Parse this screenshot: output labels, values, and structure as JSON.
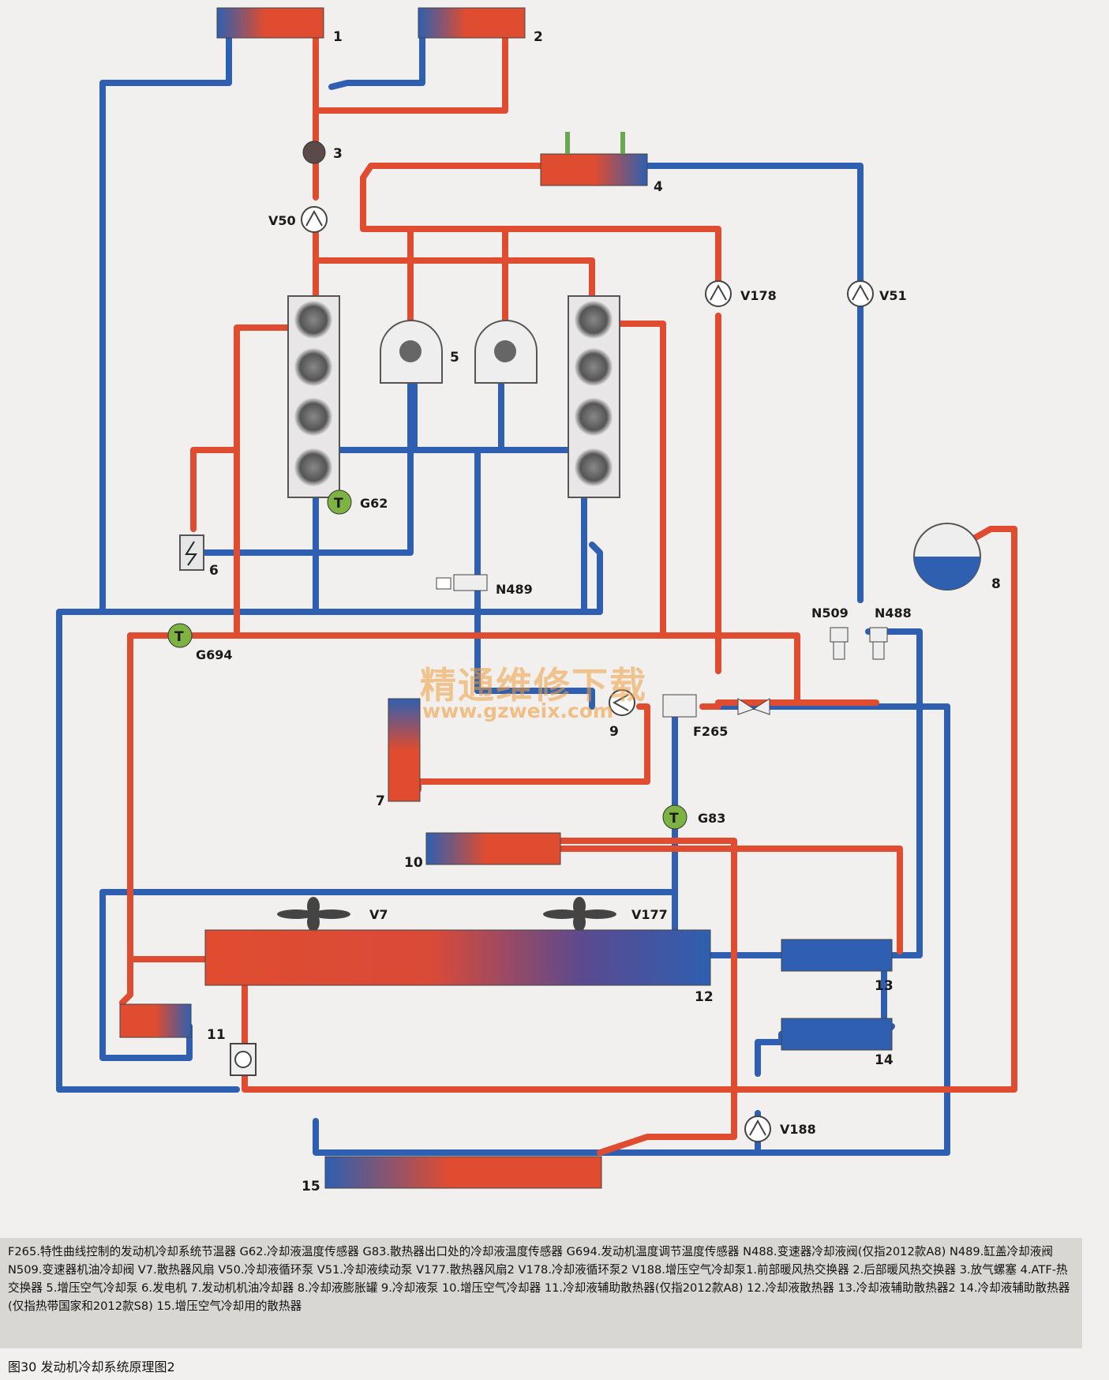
{
  "labels": {
    "c1": "1",
    "c2": "2",
    "c3": "3",
    "c4": "4",
    "c5": "5",
    "c6": "6",
    "c7": "7",
    "c8": "8",
    "c9": "9",
    "c10": "10",
    "c11": "11",
    "c12": "12",
    "c13": "13",
    "c14": "14",
    "c15": "15",
    "v50": "V50",
    "v178": "V178",
    "v51": "V51",
    "g62": "G62",
    "n489": "N489",
    "n509": "N509",
    "n488": "N488",
    "g694": "G694",
    "f265": "F265",
    "g83": "G83",
    "v7": "V7",
    "v177": "V177",
    "v188": "V188",
    "sensor_t": "T"
  },
  "watermark": {
    "cn": "精通维修下载",
    "url": "www.gzweix.com"
  },
  "caption": "F265.特性曲线控制的发动机冷却系统节温器 G62.冷却液温度传感器 G83.散热器出口处的冷却液温度传感器 G694.发动机温度调节温度传感器 N488.变速器冷却液阀(仅指2012款A8) N489.缸盖冷却液阀 N509.变速器机油冷却阀 V7.散热器风扇 V50.冷却液循环泵 V51.冷却液续动泵 V177.散热器风扇2 V178.冷却液循环泵2 V188.增压空气冷却泵1.前部暖风热交换器 2.后部暖风热交换器 3.放气螺塞 4.ATF-热交换器 5.增压空气冷却泵 6.发电机 7.发动机机油冷却器 8.冷却液膨胀罐 9.冷却液泵 10.增压空气冷却器 11.冷却液辅助散热器(仅指2012款A8) 12.冷却液散热器 13.冷却液辅助散热器2 14.冷却液辅助散热器(仅指热带国家和2012款S8) 15.增压空气冷却用的散热器",
  "figure_title": "图30 发动机冷却系统原理图2",
  "colors": {
    "hot": "#e04c30",
    "cold": "#2f5fb0",
    "sensor": "#7cb342",
    "caption_bg": "#d9d7d4"
  }
}
